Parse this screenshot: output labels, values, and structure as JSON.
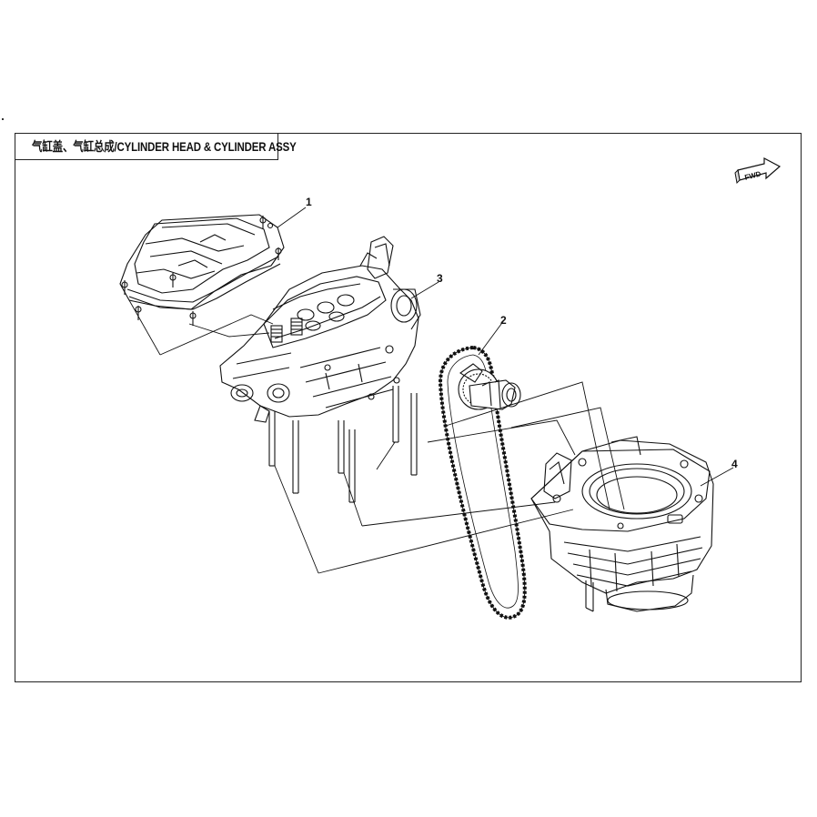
{
  "title": "气缸盖、气缸总成/CYLINDER HEAD & CYLINDER ASSY",
  "fwd_label": "FWD",
  "callouts": [
    {
      "number": "1",
      "part": "cylinder-head-cover"
    },
    {
      "number": "2",
      "part": "timing-chain-and-camshaft"
    },
    {
      "number": "3",
      "part": "cylinder-head"
    },
    {
      "number": "4",
      "part": "cylinder-block"
    }
  ],
  "colors": {
    "line": "#111111",
    "frame": "#222222",
    "background": "#ffffff"
  }
}
